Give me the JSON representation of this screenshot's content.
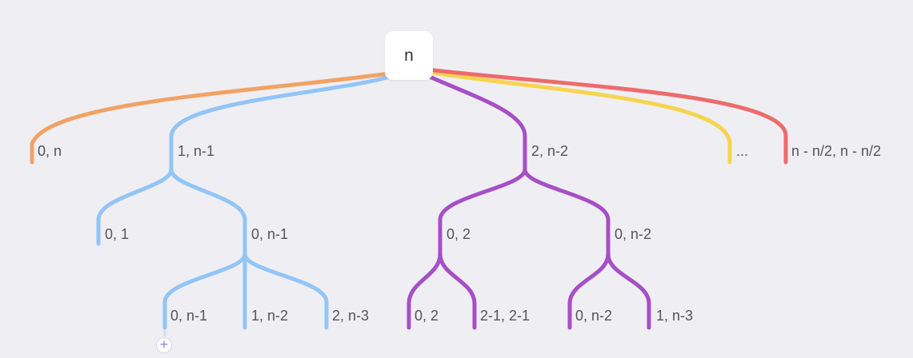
{
  "colors": {
    "orange": "#f0a265",
    "blue": "#92c5f7",
    "purple": "#a64fc6",
    "yellow": "#f6d44f",
    "red": "#ee6b6b",
    "background": "#efeef3"
  },
  "root": {
    "label": "n"
  },
  "nodes": {
    "o1": "0, n",
    "b1": "1, n-1",
    "p1": "2, n-2",
    "y1": "...",
    "r1": "n - n/2, n - n/2",
    "b2a": "0, 1",
    "b2b": "0, n-1",
    "p2a": "0, 2",
    "p2b": "0, n-2",
    "b3a": "0, n-1",
    "b3b": "1, n-2",
    "b3c": "2, n-3",
    "p3a": "0, 2",
    "p3b": "2-1, 2-1",
    "p3c": "0, n-2",
    "p3d": "1, n-3"
  },
  "add_icon": "plus-icon"
}
